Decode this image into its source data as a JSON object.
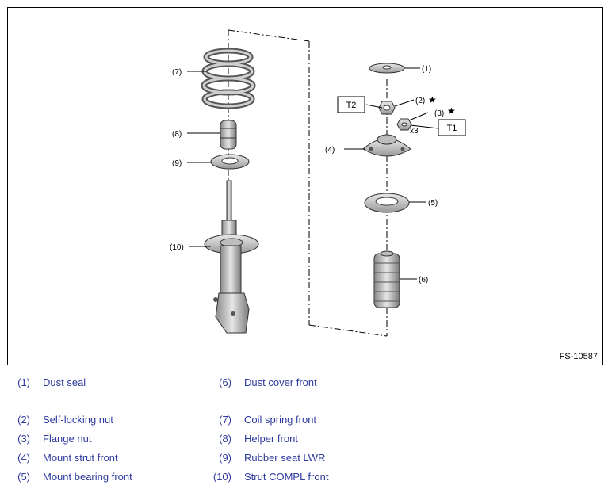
{
  "figure": {
    "id": "FS-10587",
    "callouts": {
      "c1": "(1)",
      "c2": "(2)",
      "c3": "(3)",
      "c4": "(4)",
      "c5": "(5)",
      "c6": "(6)",
      "c7": "(7)",
      "c8": "(8)",
      "c9": "(9)",
      "c10": "(10)"
    },
    "torque_t1": "T1",
    "torque_t2": "T2",
    "quantity_x3": "x3",
    "star_mark": "★"
  },
  "legend": {
    "items": [
      {
        "num": "(1)",
        "label": "Dust seal"
      },
      {
        "num": "(2)",
        "label": "Self-locking nut"
      },
      {
        "num": "(3)",
        "label": "Flange nut"
      },
      {
        "num": "(4)",
        "label": "Mount strut front"
      },
      {
        "num": "(5)",
        "label": "Mount bearing front"
      },
      {
        "num": "(6)",
        "label": "Dust cover front"
      },
      {
        "num": "(7)",
        "label": "Coil spring front"
      },
      {
        "num": "(8)",
        "label": "Helper front"
      },
      {
        "num": "(9)",
        "label": "Rubber seat LWR"
      },
      {
        "num": "(10)",
        "label": "Strut COMPL front"
      }
    ]
  }
}
